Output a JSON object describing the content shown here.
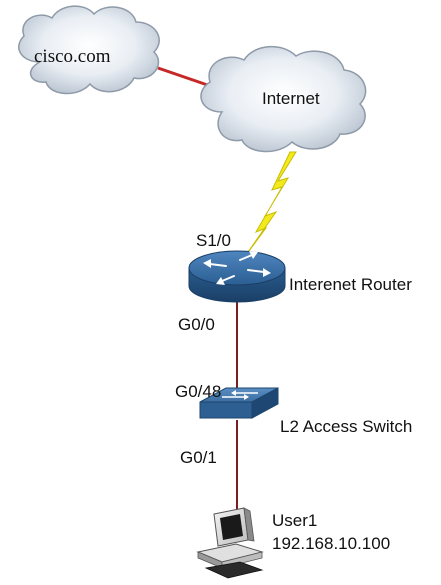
{
  "clouds": {
    "ciscocom": {
      "label": "cisco.com",
      "icon": "cloud-icon"
    },
    "internet": {
      "label": "Internet",
      "icon": "cloud-icon"
    }
  },
  "router": {
    "name": "Interenet Router",
    "icon": "router-icon",
    "ports": {
      "serial": "S1/0",
      "lan": "G0/0"
    }
  },
  "switch": {
    "name": "L2 Access Switch",
    "icon": "switch-icon",
    "ports": {
      "uplink": "G0/48",
      "access": "G0/1"
    }
  },
  "host": {
    "name": "User1",
    "ip": "192.168.10.100",
    "icon": "workstation-icon"
  },
  "links": {
    "cloud_link_color": "#c62828",
    "wan_link_icon": "lightning-bolt-icon",
    "wan_link_color": "#f2ea1c",
    "ethernet_color": "#7a1f1f"
  }
}
